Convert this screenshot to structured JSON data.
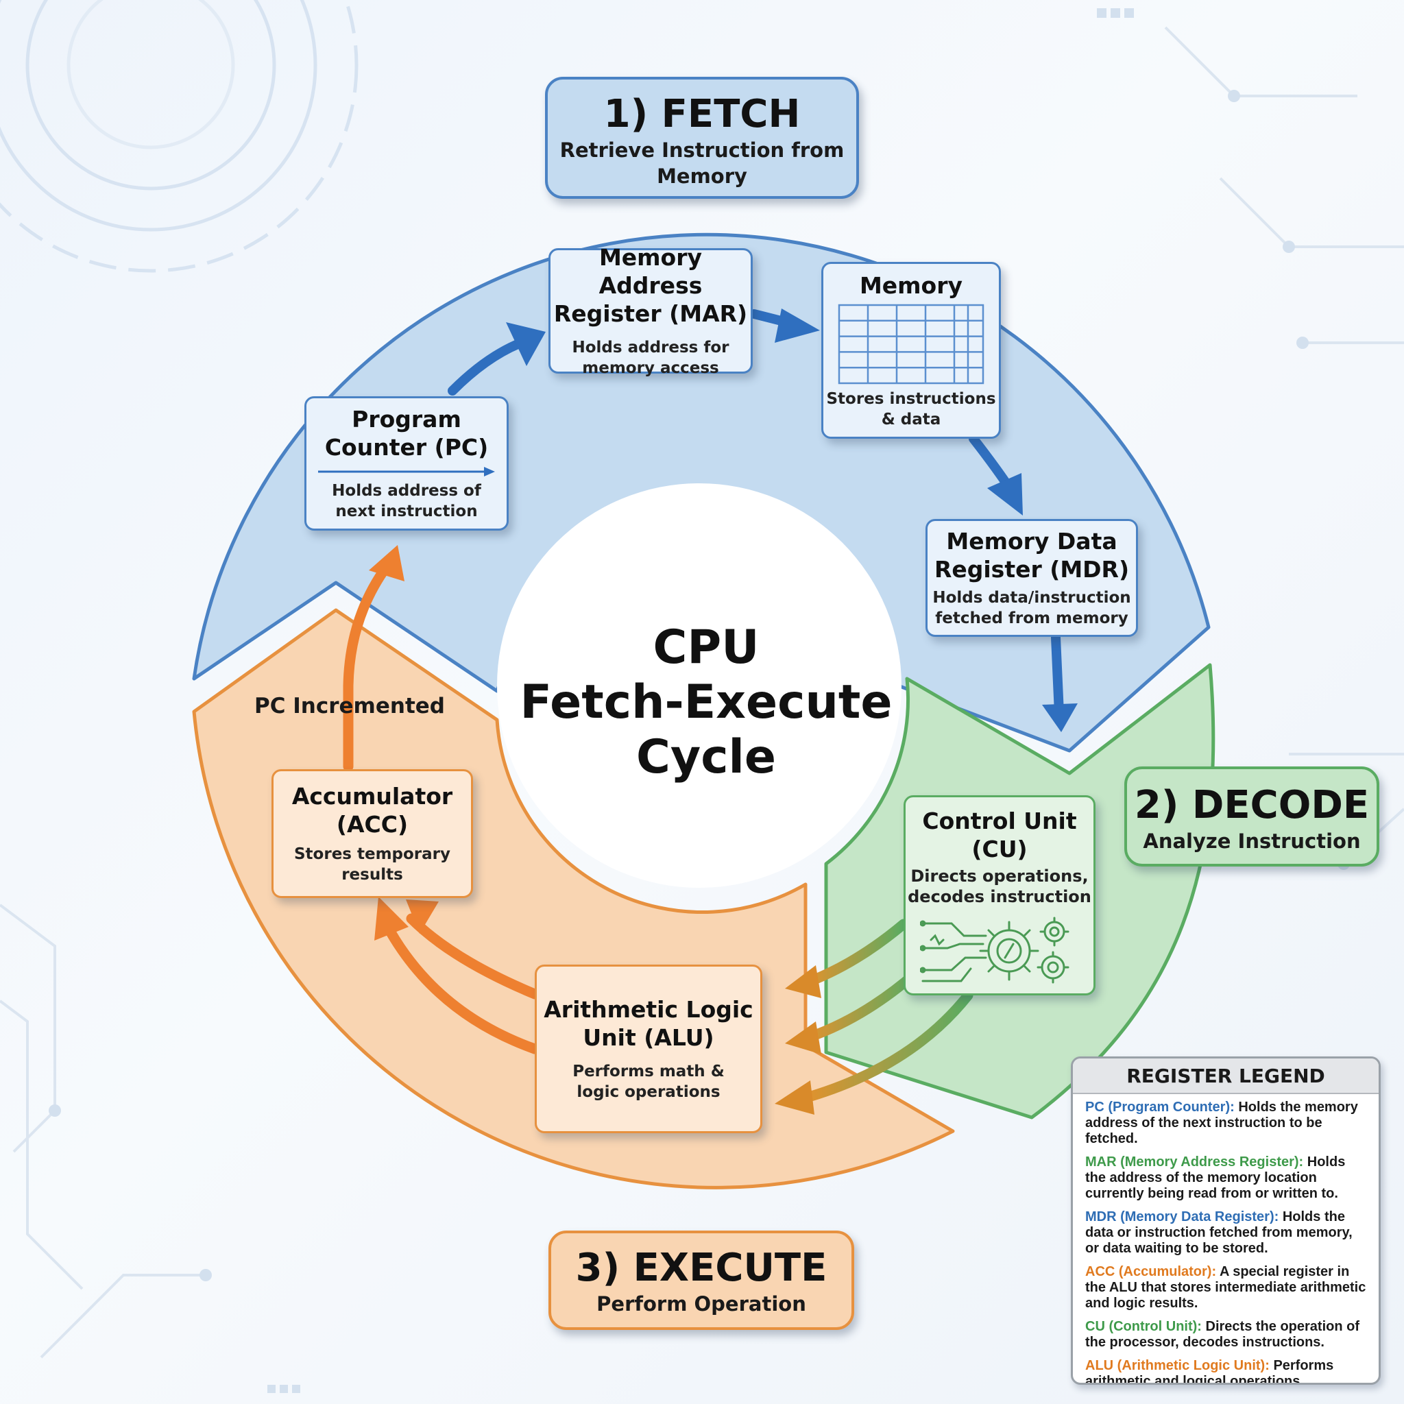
{
  "center_title": [
    "CPU",
    "Fetch-Execute",
    "Cycle"
  ],
  "phases": {
    "fetch": {
      "title": "1) FETCH",
      "subtitle": [
        "Retrieve Instruction from",
        "Memory"
      ]
    },
    "decode": {
      "title": "2) DECODE",
      "subtitle": [
        "Analyze Instruction"
      ]
    },
    "execute": {
      "title": "3) EXECUTE",
      "subtitle": [
        "Perform Operation"
      ]
    }
  },
  "components": {
    "pc": {
      "title": [
        "Program",
        "Counter (PC)"
      ],
      "desc": [
        "Holds address of",
        "next instruction"
      ]
    },
    "mar": {
      "title": [
        "Memory Address",
        "Register (MAR)"
      ],
      "desc": [
        "Holds address for",
        "memory access"
      ]
    },
    "memory": {
      "title": [
        "Memory"
      ],
      "desc": [
        "Stores instructions",
        "& data"
      ]
    },
    "mdr": {
      "title": [
        "Memory Data",
        "Register (MDR)"
      ],
      "desc": [
        "Holds data/instruction",
        "fetched from memory"
      ]
    },
    "cu": {
      "title": [
        "Control Unit",
        "(CU)"
      ],
      "desc": [
        "Directs operations,",
        "decodes instruction"
      ]
    },
    "alu": {
      "title": [
        "Arithmetic Logic",
        "Unit (ALU)"
      ],
      "desc": [
        "Performs math &",
        "logic operations"
      ]
    },
    "acc": {
      "title": [
        "Accumulator",
        "(ACC)"
      ],
      "desc": [
        "Stores temporary",
        "results"
      ]
    }
  },
  "pc_incremented_label": "PC Incremented",
  "legend": {
    "title": "REGISTER LEGEND",
    "items": [
      {
        "term": "PC (Program Counter):",
        "text": "Holds the memory address of the next instruction to be fetched.",
        "color": "#2e6db4"
      },
      {
        "term": "MAR (Memory Address Register):",
        "text": "Holds the address of the memory location currently being read from or written to.",
        "color": "#3e9a4a"
      },
      {
        "term": "MDR (Memory Data Register):",
        "text": "Holds the data or instruction fetched from memory, or data waiting to be stored.",
        "color": "#2e6db4"
      },
      {
        "term": "ACC (Accumulator):",
        "text": "A special register in the ALU that stores intermediate arithmetic and logic results.",
        "color": "#e07a1f"
      },
      {
        "term": "CU (Control Unit):",
        "text": "Directs the operation of the processor, decodes instructions.",
        "color": "#3e9a4a"
      },
      {
        "term": "ALU (Arithmetic Logic Unit):",
        "text": "Performs arithmetic and logical operations.",
        "color": "#e07a1f"
      }
    ]
  },
  "colors": {
    "fetch": "#4a82c4",
    "fetch_fill": "#c4dbf0",
    "decode": "#5aac62",
    "decode_fill": "#c5e6c7",
    "execute": "#e7913f",
    "execute_fill": "#f9d5b2"
  }
}
